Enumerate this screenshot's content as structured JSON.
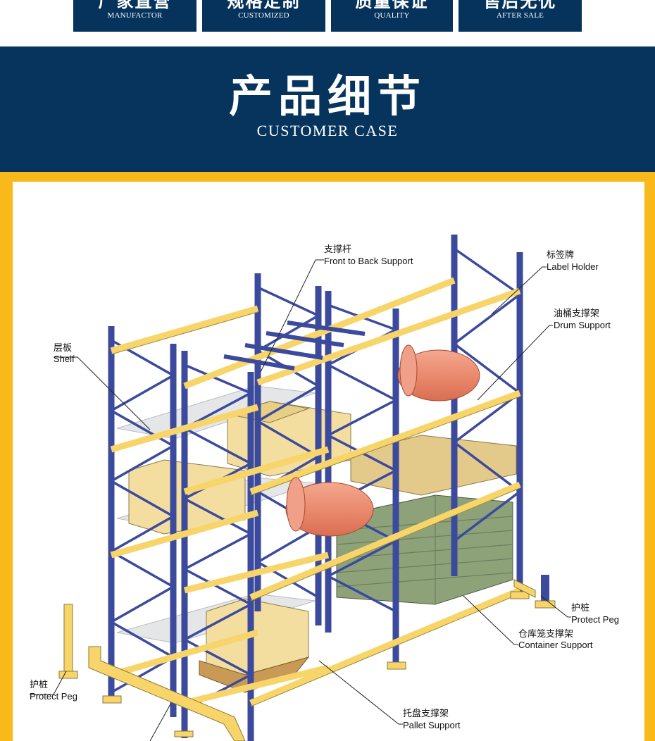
{
  "tabs": [
    {
      "cn": "厂家直营",
      "en": "MANUFACTOR"
    },
    {
      "cn": "规格定制",
      "en": "CUSTOMIZED"
    },
    {
      "cn": "质量保证",
      "en": "QUALITY"
    },
    {
      "cn": "售后无忧",
      "en": "AFTER SALE"
    }
  ],
  "banner": {
    "title_cn": "产品细节",
    "title_en": "CUSTOMER CASE"
  },
  "callouts": {
    "front_to_back": {
      "cn": "支撑杆",
      "en": "Front to Back Support"
    },
    "label_holder": {
      "cn": "标签牌",
      "en": "Label Holder"
    },
    "drum_support": {
      "cn": "油桶支撑架",
      "en": "Drum Support"
    },
    "shelf": {
      "cn": "层板",
      "en": "Shelf"
    },
    "protect_peg_right": {
      "cn": "护桩",
      "en": "Protect Peg"
    },
    "container_support": {
      "cn": "仓库笼支撑架",
      "en": "Container Support"
    },
    "protect_peg_left": {
      "cn": "护桩",
      "en": "Protect Peg"
    },
    "pallet_support": {
      "cn": "托盘支撑架",
      "en": "Pallet Support"
    }
  },
  "colors": {
    "navy": "#07345d",
    "frame_yellow": "#f9b91a",
    "upright_blue": "#3b4a9c",
    "beam_yellow": "#f7d56a",
    "drum": "#ea8a6e",
    "box": "#f3dea0",
    "cage": "#8ea27a"
  }
}
